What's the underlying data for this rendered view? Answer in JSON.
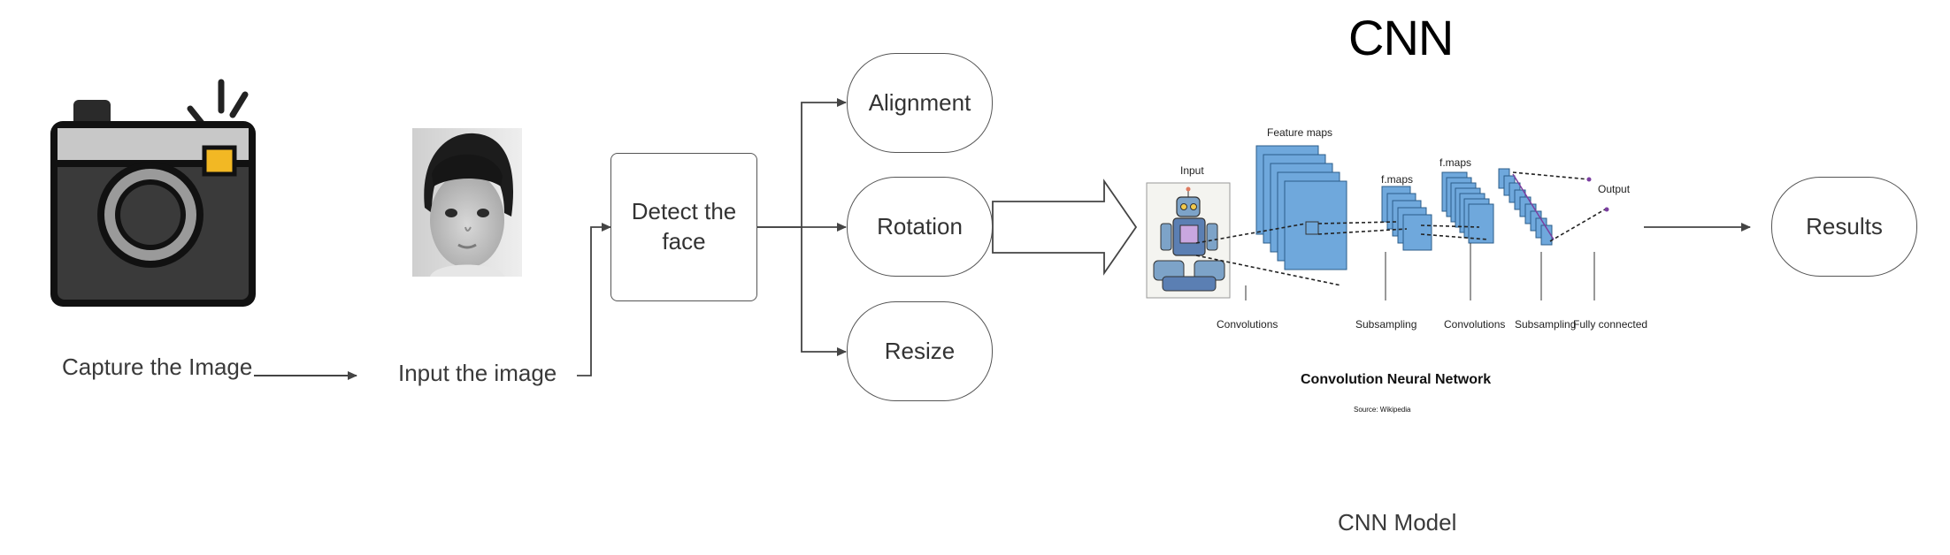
{
  "steps": {
    "capture": "Capture the Image",
    "input": "Input the image",
    "detect": "Detect the face",
    "preprocess": [
      "Alignment",
      "Rotation",
      "Resize"
    ],
    "results": "Results"
  },
  "cnn": {
    "title": "CNN",
    "model_label": "CNN Model",
    "figure": {
      "input_label": "Input",
      "feature_maps_label": "Feature maps",
      "fmaps_1": "f.maps",
      "fmaps_2": "f.maps",
      "output_label": "Output",
      "bottom_labels": [
        "Convolutions",
        "Subsampling",
        "Convolutions",
        "Subsampling",
        "Fully connected"
      ],
      "caption": "Convolution Neural Network",
      "source": "Source: Wikipedia"
    }
  },
  "icons": [
    "camera-icon",
    "child-face-photo",
    "robot-icon"
  ],
  "colors": {
    "camera_body": "#3a3a3a",
    "camera_band": "#c8c8c8",
    "camera_flash": "#f2b824",
    "feature_map": "#6fa8dc",
    "lines": "#444444"
  }
}
